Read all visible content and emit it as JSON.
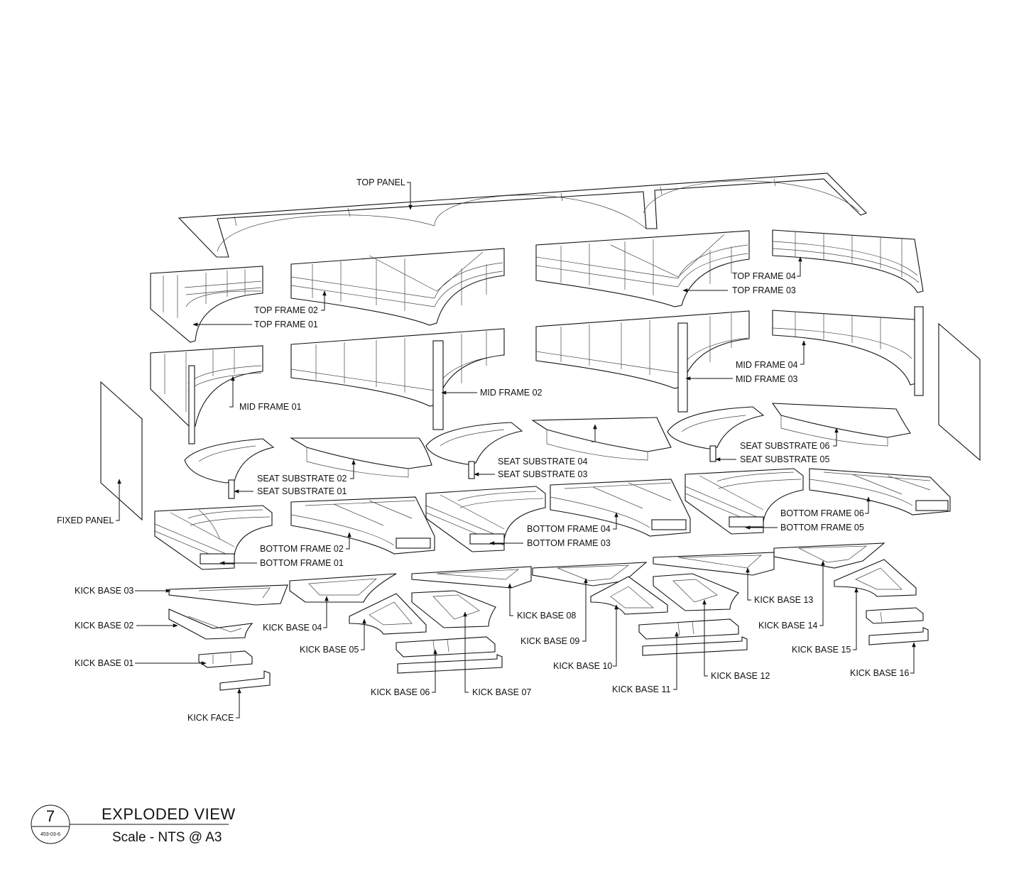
{
  "labels": {
    "top_panel": "TOP PANEL",
    "top_frame_01": "TOP FRAME 01",
    "top_frame_02": "TOP FRAME 02",
    "top_frame_03": "TOP FRAME 03",
    "top_frame_04": "TOP FRAME 04",
    "mid_frame_01": "MID FRAME 01",
    "mid_frame_02": "MID FRAME 02",
    "mid_frame_03": "MID FRAME 03",
    "mid_frame_04": "MID FRAME 04",
    "fixed_panel": "FIXED PANEL",
    "seat_substrate_01": "SEAT SUBSTRATE 01",
    "seat_substrate_02": "SEAT SUBSTRATE 02",
    "seat_substrate_03": "SEAT SUBSTRATE 03",
    "seat_substrate_04": "SEAT SUBSTRATE 04",
    "seat_substrate_05": "SEAT SUBSTRATE 05",
    "seat_substrate_06": "SEAT SUBSTRATE 06",
    "bottom_frame_01": "BOTTOM FRAME 01",
    "bottom_frame_02": "BOTTOM FRAME 02",
    "bottom_frame_03": "BOTTOM FRAME 03",
    "bottom_frame_04": "BOTTOM FRAME 04",
    "bottom_frame_05": "BOTTOM FRAME 05",
    "bottom_frame_06": "BOTTOM FRAME 06",
    "kick_base_01": "KICK BASE 01",
    "kick_base_02": "KICK BASE 02",
    "kick_base_03": "KICK BASE 03",
    "kick_base_04": "KICK BASE 04",
    "kick_base_05": "KICK BASE 05",
    "kick_base_06": "KICK BASE 06",
    "kick_base_07": "KICK BASE 07",
    "kick_base_08": "KICK BASE 08",
    "kick_base_09": "KICK BASE 09",
    "kick_base_10": "KICK BASE 10",
    "kick_base_11": "KICK BASE 11",
    "kick_base_12": "KICK BASE 12",
    "kick_base_13": "KICK BASE 13",
    "kick_base_14": "KICK BASE 14",
    "kick_base_15": "KICK BASE 15",
    "kick_base_16": "KICK BASE 16",
    "kick_face": "KICK FACE"
  },
  "title_block": {
    "number": "7",
    "sheet_ref": "453-03-6",
    "title": "EXPLODED VIEW",
    "scale": "Scale - NTS @ A3"
  }
}
